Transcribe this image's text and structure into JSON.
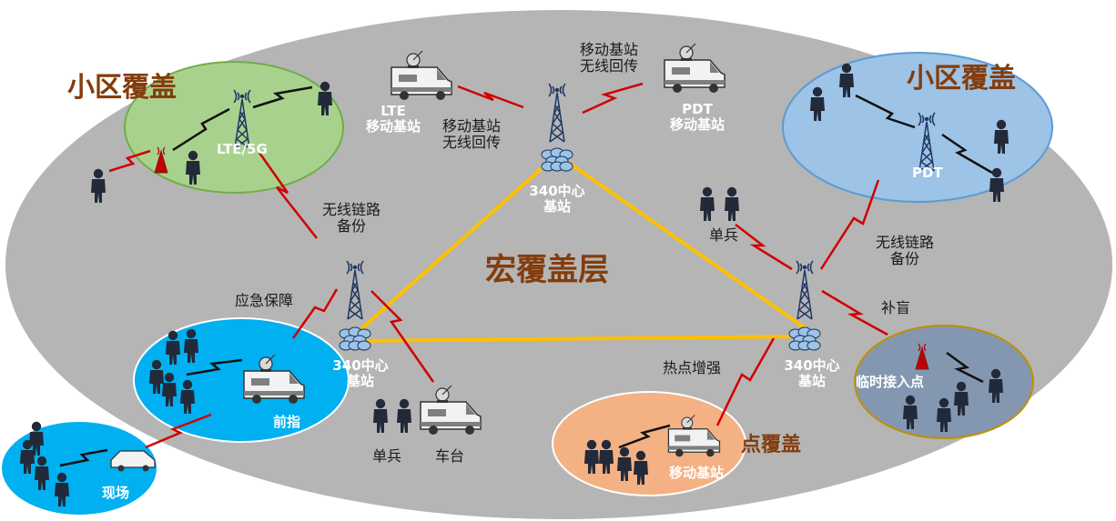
{
  "colors": {
    "macro_bg": "#b5b5b5",
    "small_cell_green": "#a9d18e",
    "small_cell_blue": "#9dc3e6",
    "front_command": "#00b0f0",
    "spot_coverage": "#f4b183",
    "temp_access": "#8497b0",
    "backbone": "#ffc000",
    "wireless_link": "#d00000",
    "label_brown": "#843c0c"
  },
  "labels": {
    "macro_layer": "宏覆盖层",
    "small_cell_left": "小区覆盖",
    "small_cell_right": "小区覆盖",
    "lte5g": "LTE/5G",
    "pdt": "PDT",
    "lte_mobile_line1": "LTE",
    "lte_mobile_line2": "移动基站",
    "pdt_mobile_line1": "PDT",
    "pdt_mobile_line2": "移动基站",
    "backhaul_left_line1": "移动基站",
    "backhaul_left_line2": "无线回传",
    "backhaul_right_line1": "移动基站",
    "backhaul_right_line2": "无线回传",
    "center_top_line1": "340中心",
    "center_top_line2": "基站",
    "center_left_line1": "340中心",
    "center_left_line2": "基站",
    "center_right_line1": "340中心",
    "center_right_line2": "基站",
    "link_backup_left_line1": "无线链路",
    "link_backup_left_line2": "备份",
    "link_backup_right_line1": "无线链路",
    "link_backup_right_line2": "备份",
    "emergency": "应急保障",
    "front_command": "前指",
    "scene": "现场",
    "soldier_left": "单兵",
    "vehicle": "车台",
    "soldier_right": "单兵",
    "hotspot": "热点增强",
    "blind_fill": "补盲",
    "temp_access": "临时接入点",
    "point_coverage": "点覆盖",
    "mobile_station": "移动基站"
  }
}
